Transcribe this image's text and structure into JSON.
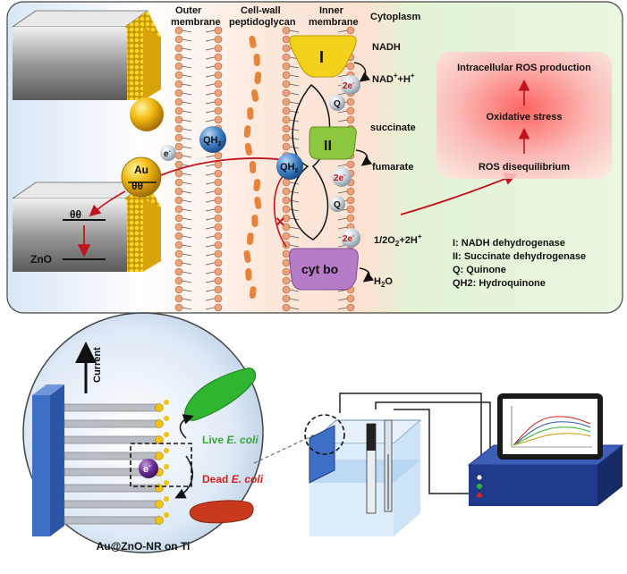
{
  "top_panel": {
    "region_labels": {
      "outer_membrane": [
        "Outer",
        "membrane"
      ],
      "cell_wall": [
        "Cell-wall",
        "peptidoglycan"
      ],
      "inner_membrane": [
        "Inner",
        "membrane"
      ],
      "cytoplasm": "Cytoplasm"
    },
    "complexes": {
      "complex_I": "I",
      "complex_II": "II",
      "cyt_bo": "cyt bo"
    },
    "carriers": {
      "qh2": "QH",
      "qh2_sub": "2",
      "q": "Q",
      "e_minus": "e",
      "two_e": "2e",
      "minus": "-"
    },
    "reactions": {
      "nadh": "NADH",
      "nad_main": "NAD",
      "nad_sup": "+",
      "nad_tail": "+H",
      "nad_tail_sup": "+",
      "succinate": "succinate",
      "fumarate": "fumarate",
      "oxygen_main": "1/2O",
      "oxygen_sub": "2",
      "oxygen_tail": "+2H",
      "oxygen_tail_sup": "+",
      "water_main": "H",
      "water_sub": "2",
      "water_tail": "O"
    },
    "nanorod": {
      "au": "Au",
      "electron_pair": "θθ",
      "zno": "ZnO"
    },
    "ros_cascade": {
      "step1": "Intracellular ROS production",
      "step2": "Oxidative stress",
      "step3": "ROS disequilibrium"
    },
    "legend": [
      "I: NADH dehydrogenase",
      "II: Succinate dehydrogenase",
      "Q: Quinone",
      "QH2: Hydroquinone"
    ],
    "block_mark": "×"
  },
  "bottom_panel": {
    "current_label": "Current",
    "electron": "e",
    "electron_sup": "-",
    "live": "Live ",
    "live_italic": "E. coli",
    "dead": "Dead ",
    "dead_italic": "E. coli",
    "electrode_label": "Au@ZnO-NR on Ti"
  },
  "colors": {
    "complex_I": "#f2d21a",
    "complex_II": "#8dc63f",
    "cyt_bo": "#b67cc7",
    "carrier_blue": "#3f7ec4",
    "arrow_red": "#c0141c",
    "live_text": "#3aa33a",
    "dead_text": "#d02020",
    "live_bacterium": "#2fb52f",
    "dead_bacterium": "#c8391d",
    "monitor_bezel": "#1a1a1a",
    "instrument_blue": "#1f3a8a"
  }
}
